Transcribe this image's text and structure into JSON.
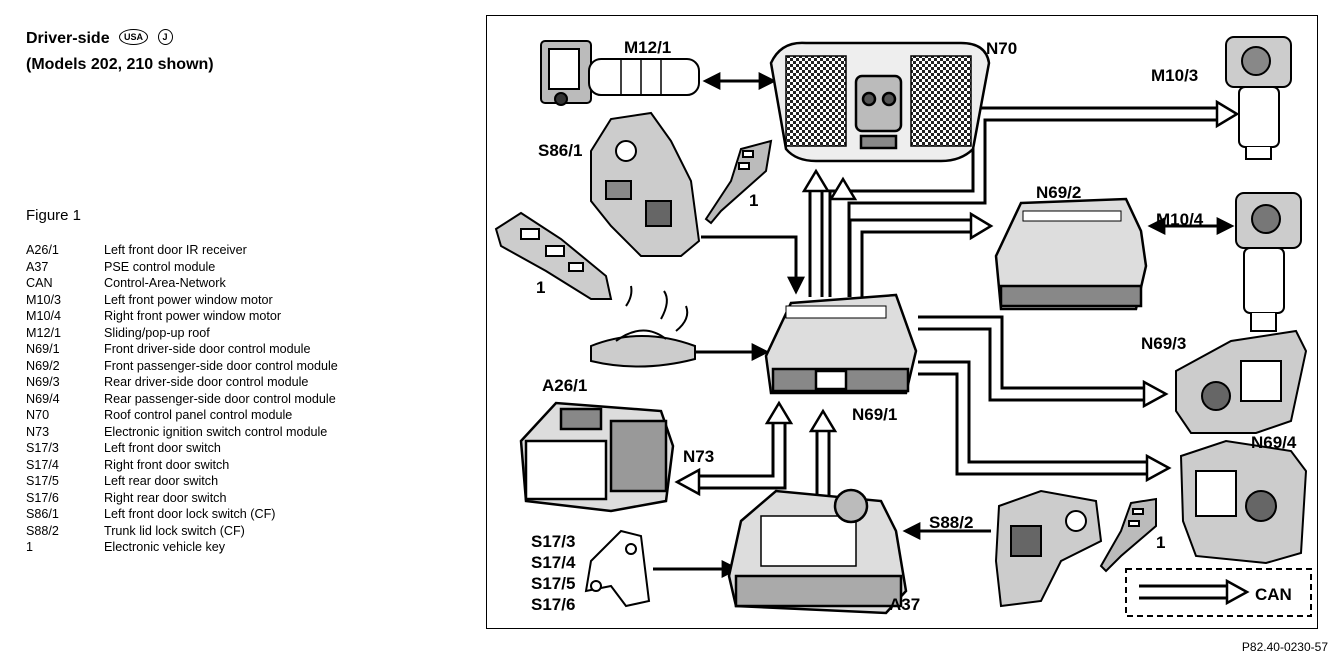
{
  "header": {
    "title_line1": "Driver-side",
    "badge_usa": "USA",
    "badge_j": "J",
    "title_line2": "(Models 202, 210 shown)"
  },
  "figure_label": "Figure 1",
  "legend": [
    {
      "code": "A26/1",
      "desc": "Left front door IR receiver"
    },
    {
      "code": "A37",
      "desc": "PSE control module"
    },
    {
      "code": "CAN",
      "desc": "Control-Area-Network"
    },
    {
      "code": "M10/3",
      "desc": "Left front power window motor"
    },
    {
      "code": "M10/4",
      "desc": "Right front power window motor"
    },
    {
      "code": "M12/1",
      "desc": "Sliding/pop-up roof"
    },
    {
      "code": "N69/1",
      "desc": "Front driver-side door control module"
    },
    {
      "code": "N69/2",
      "desc": "Front passenger-side door control module"
    },
    {
      "code": "N69/3",
      "desc": "Rear driver-side door control module"
    },
    {
      "code": "N69/4",
      "desc": "Rear passenger-side door control module"
    },
    {
      "code": "N70",
      "desc": "Roof control panel control module"
    },
    {
      "code": "N73",
      "desc": "Electronic ignition switch control module"
    },
    {
      "code": "S17/3",
      "desc": "Left front door switch"
    },
    {
      "code": "S17/4",
      "desc": "Right front door switch"
    },
    {
      "code": "S17/5",
      "desc": "Left rear door switch"
    },
    {
      "code": "S17/6",
      "desc": "Right rear door switch"
    },
    {
      "code": "S86/1",
      "desc": "Left front door lock switch (CF)"
    },
    {
      "code": "S88/2",
      "desc": "Trunk lid lock switch (CF)"
    },
    {
      "code": "1",
      "desc": "Electronic vehicle key"
    }
  ],
  "diagram": {
    "labels": {
      "m12_1": "M12/1",
      "n70": "N70",
      "m10_3": "M10/3",
      "s86_1": "S86/1",
      "key_1a": "1",
      "key_1b": "1",
      "key_1c": "1",
      "n69_2": "N69/2",
      "m10_4": "M10/4",
      "n69_3": "N69/3",
      "a26_1": "A26/1",
      "n69_1": "N69/1",
      "n69_4": "N69/4",
      "n73": "N73",
      "s88_2": "S88/2",
      "s17_3": "S17/3",
      "s17_4": "S17/4",
      "s17_5": "S17/5",
      "s17_6": "S17/6",
      "a37": "A37",
      "can": "CAN"
    }
  },
  "reference_code": "P82.40-0230-57"
}
